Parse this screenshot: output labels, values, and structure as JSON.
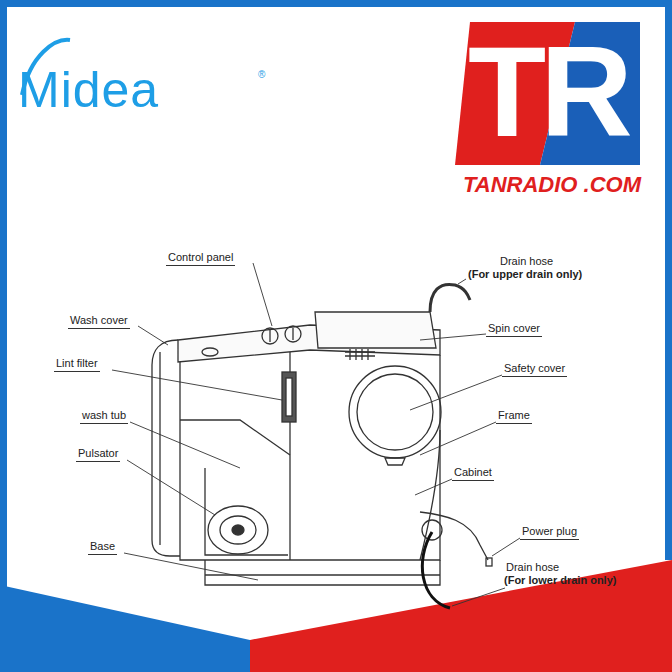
{
  "diagram": {
    "labels": [
      "Midea",
      "®",
      "TR",
      "TANRADIO .COM",
      "Control panel",
      "Drain hose",
      "(For upper drain only)",
      "Wash cover",
      "Spin cover",
      "Lint filter",
      "Safety cover",
      "wash tub",
      "Frame",
      "Pulsator",
      "Cabinet",
      "Power plug",
      "Base",
      "Drain hose",
      "(For lower drain only)"
    ]
  }
}
